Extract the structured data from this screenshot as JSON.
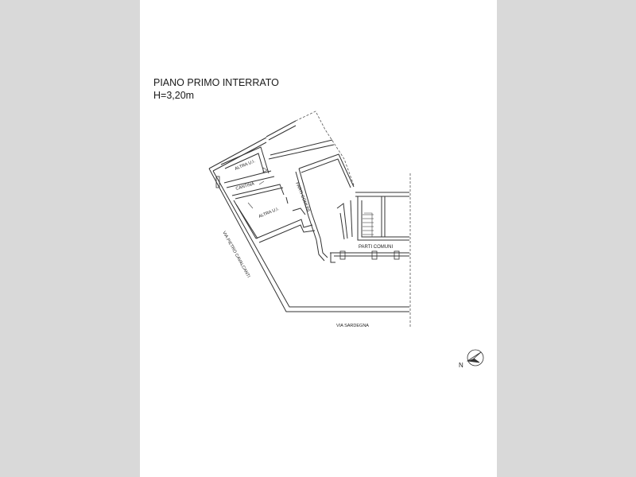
{
  "title": {
    "line1": "PIANO PRIMO INTERRATO",
    "line2": "H=3,20m"
  },
  "labels": {
    "altra_ui_top": "ALTRA U.I.",
    "cantina": "CANTINA",
    "altra_ui_mid": "ALTRA U.I.",
    "parti_comuni_vertical": "PARTI COMUNI",
    "parti_comuni_bottom": "PARTI COMUNI",
    "via_pietro_cavalcanti": "VIA PIETRO CAVALCANTI",
    "via_sardegna": "VIA SARDEGNA"
  },
  "north": {
    "letter": "N"
  }
}
